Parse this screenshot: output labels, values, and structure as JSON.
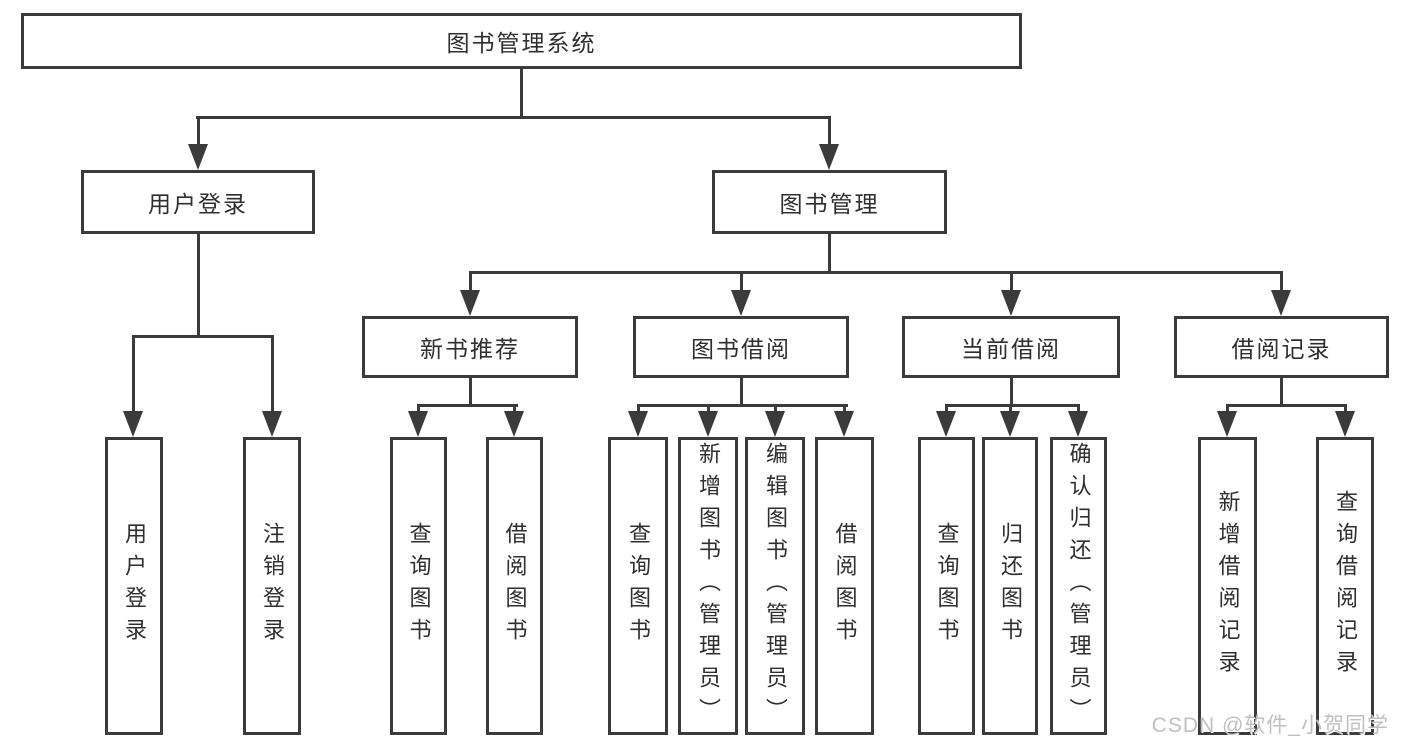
{
  "colors": {
    "line": "#3b3b3b",
    "text": "#2f2f2f",
    "watermark": "#bfbfbf"
  },
  "diagram": {
    "root": {
      "label": "图书管理系统"
    },
    "login": {
      "label": "用户登录",
      "children": {
        "user_login": {
          "label": "用户登录"
        },
        "logout": {
          "label": "注销登录"
        }
      }
    },
    "mgmt": {
      "label": "图书管理",
      "children": {
        "recommend": {
          "label": "新书推荐",
          "children": {
            "query_books": {
              "label": "查询图书"
            },
            "borrow_books": {
              "label": "借阅图书"
            }
          }
        },
        "borrowing": {
          "label": "图书借阅",
          "children": {
            "query_books": {
              "label": "查询图书"
            },
            "add_books": {
              "label": "新增图书（管理员）"
            },
            "edit_books": {
              "label": "编辑图书（管理员）"
            },
            "borrow_books": {
              "label": "借阅图书"
            }
          }
        },
        "current": {
          "label": "当前借阅",
          "children": {
            "query_books": {
              "label": "查询图书"
            },
            "return_books": {
              "label": "归还图书"
            },
            "confirm_return": {
              "label": "确认归还（管理员）"
            }
          }
        },
        "records": {
          "label": "借阅记录",
          "children": {
            "add_record": {
              "label": "新增借阅记录"
            },
            "query_record": {
              "label": "查询借阅记录"
            }
          }
        }
      }
    },
    "watermark": "CSDN @软件_小贺同学"
  }
}
